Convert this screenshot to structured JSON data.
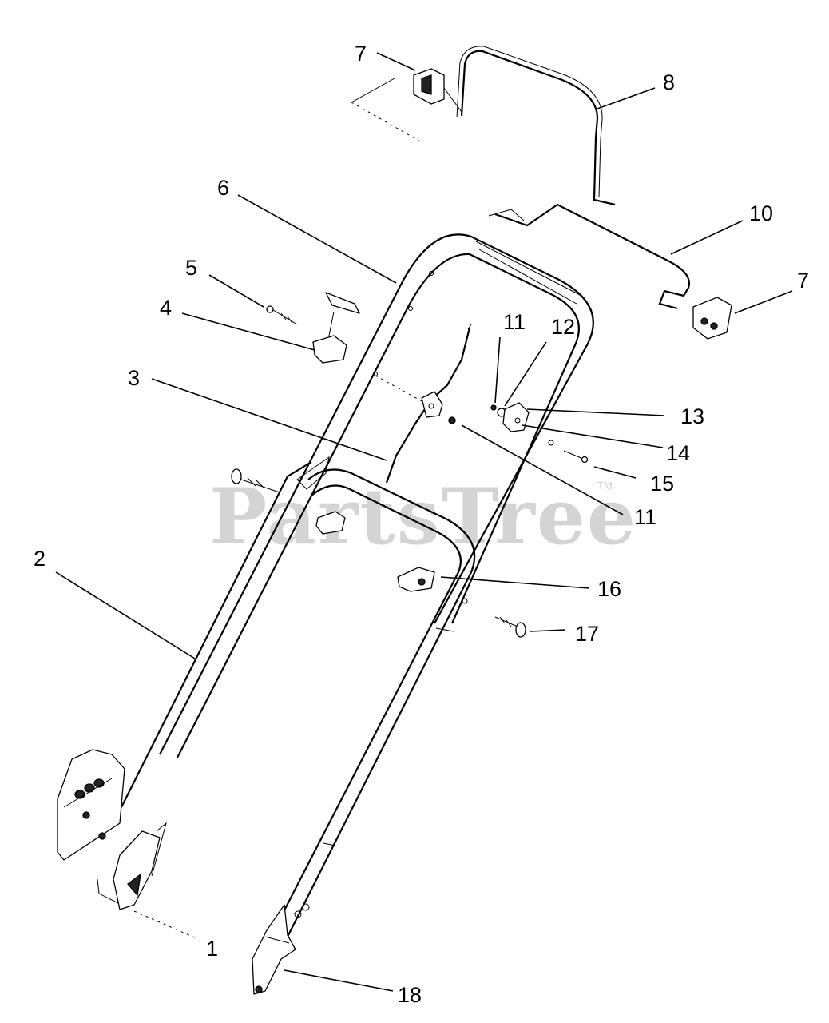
{
  "watermark": {
    "text": "PartsTree",
    "trademark": "TM"
  },
  "callouts": [
    {
      "id": "c7a",
      "label": "7"
    },
    {
      "id": "c8",
      "label": "8"
    },
    {
      "id": "c6",
      "label": "6"
    },
    {
      "id": "c10",
      "label": "10"
    },
    {
      "id": "c7b",
      "label": "7"
    },
    {
      "id": "c5",
      "label": "5"
    },
    {
      "id": "c4",
      "label": "4"
    },
    {
      "id": "c11a",
      "label": "11"
    },
    {
      "id": "c12",
      "label": "12"
    },
    {
      "id": "c3",
      "label": "3"
    },
    {
      "id": "c13",
      "label": "13"
    },
    {
      "id": "c14",
      "label": "14"
    },
    {
      "id": "c15",
      "label": "15"
    },
    {
      "id": "c11b",
      "label": "11"
    },
    {
      "id": "c2",
      "label": "2"
    },
    {
      "id": "c16",
      "label": "16"
    },
    {
      "id": "c17",
      "label": "17"
    },
    {
      "id": "c1",
      "label": "1"
    },
    {
      "id": "c18",
      "label": "18"
    }
  ]
}
